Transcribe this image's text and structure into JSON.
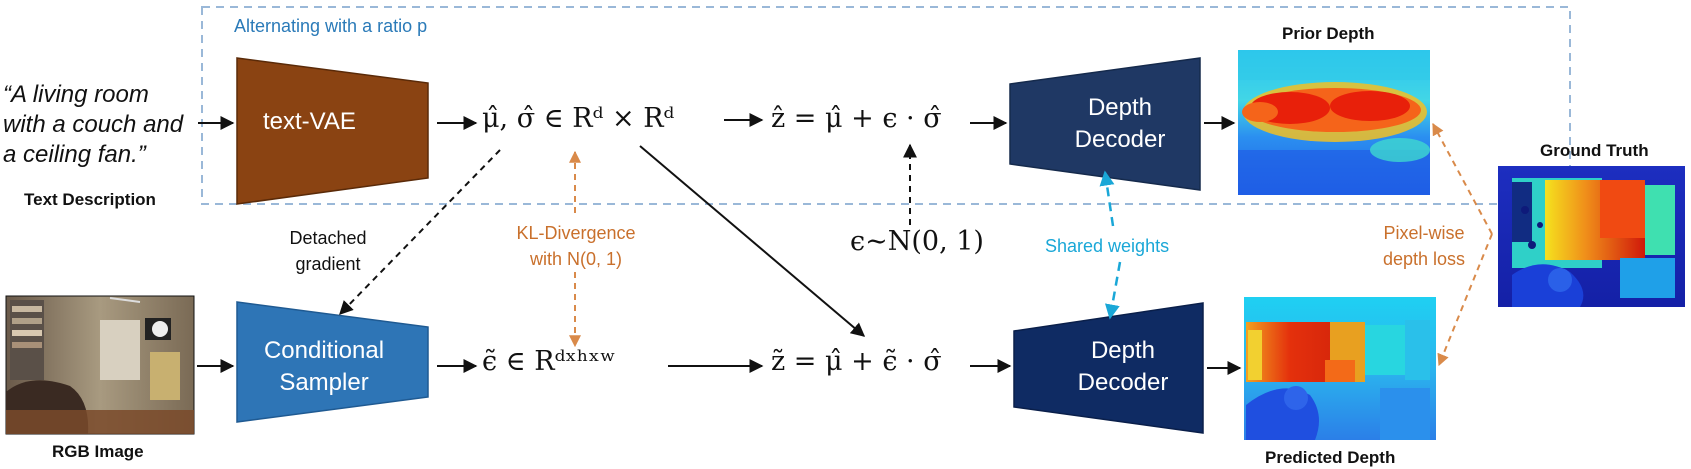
{
  "title": "Alternating with a ratio p",
  "text_description": {
    "quote": [
      "“A living room",
      "with a couch and",
      "a ceiling fan.”"
    ],
    "label": "Text Description"
  },
  "rgb_image": {
    "label": "RGB Image"
  },
  "blocks": {
    "text_vae": "text-VAE",
    "conditional_sampler": [
      "Conditional",
      "Sampler"
    ],
    "depth_decoder_top": [
      "Depth",
      "Decoder"
    ],
    "depth_decoder_bottom": [
      "Depth",
      "Decoder"
    ]
  },
  "equations": {
    "latent": "μ̂, σ̂  ∈ Rᵈ × Rᵈ",
    "z_hat": "ẑ = μ̂ + ϵ · σ̂",
    "noise": "ϵ∼N(0, 1)",
    "eps_tilde": "ϵ̃ ∈ Rᵈˣʰˣʷ",
    "z_tilde": "z̃ = μ̂ + ϵ̃ · σ̂"
  },
  "annotations": {
    "detached": [
      "Detached",
      "gradient"
    ],
    "kl": [
      "KL-Divergence",
      "with N(0, 1)"
    ],
    "shared": "Shared weights",
    "pixel_loss": [
      "Pixel-wise",
      "depth loss"
    ]
  },
  "image_labels": {
    "prior": "Prior Depth",
    "ground_truth": "Ground Truth",
    "predicted": "Predicted Depth"
  },
  "colors": {
    "text_vae": "#8a4312",
    "conditional_sampler": "#2e75b6",
    "depth_decoder_top": "#1f3864",
    "depth_decoder_bottom": "#0f2b63",
    "annotation_orange": "#c9702c",
    "annotation_cyan": "#1aa7d7",
    "dashed_frame": "#9ab8d8"
  }
}
